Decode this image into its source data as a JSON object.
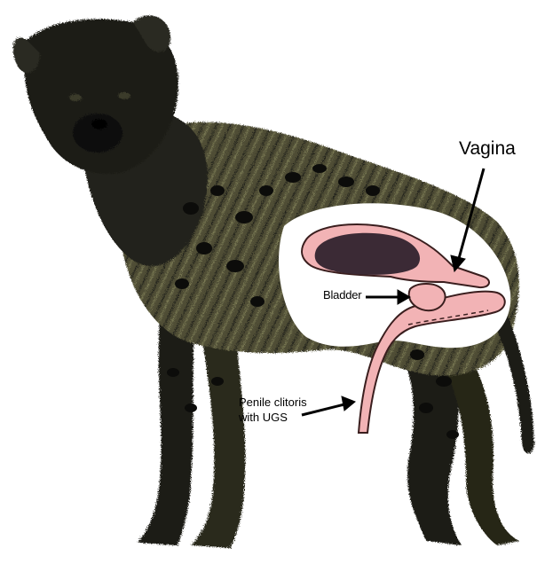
{
  "labels": {
    "vagina": "Vagina",
    "bladder": "Bladder",
    "penile_line1": "Penile clitoris",
    "penile_line2": "with UGS"
  },
  "colors": {
    "background": "#ffffff",
    "fur_dark": "#1a1a16",
    "fur_mid": "#5b5a3e",
    "fur_light": "#8a8a60",
    "spot": "#0c0c0a",
    "cutaway": "#ffffff",
    "organ_fill": "#f2b3b5",
    "organ_outline": "#3a1e1e",
    "fetus": "#3b2a35",
    "arrow": "#000000"
  },
  "icons": {
    "animal": "spotted-hyena-illustration"
  }
}
